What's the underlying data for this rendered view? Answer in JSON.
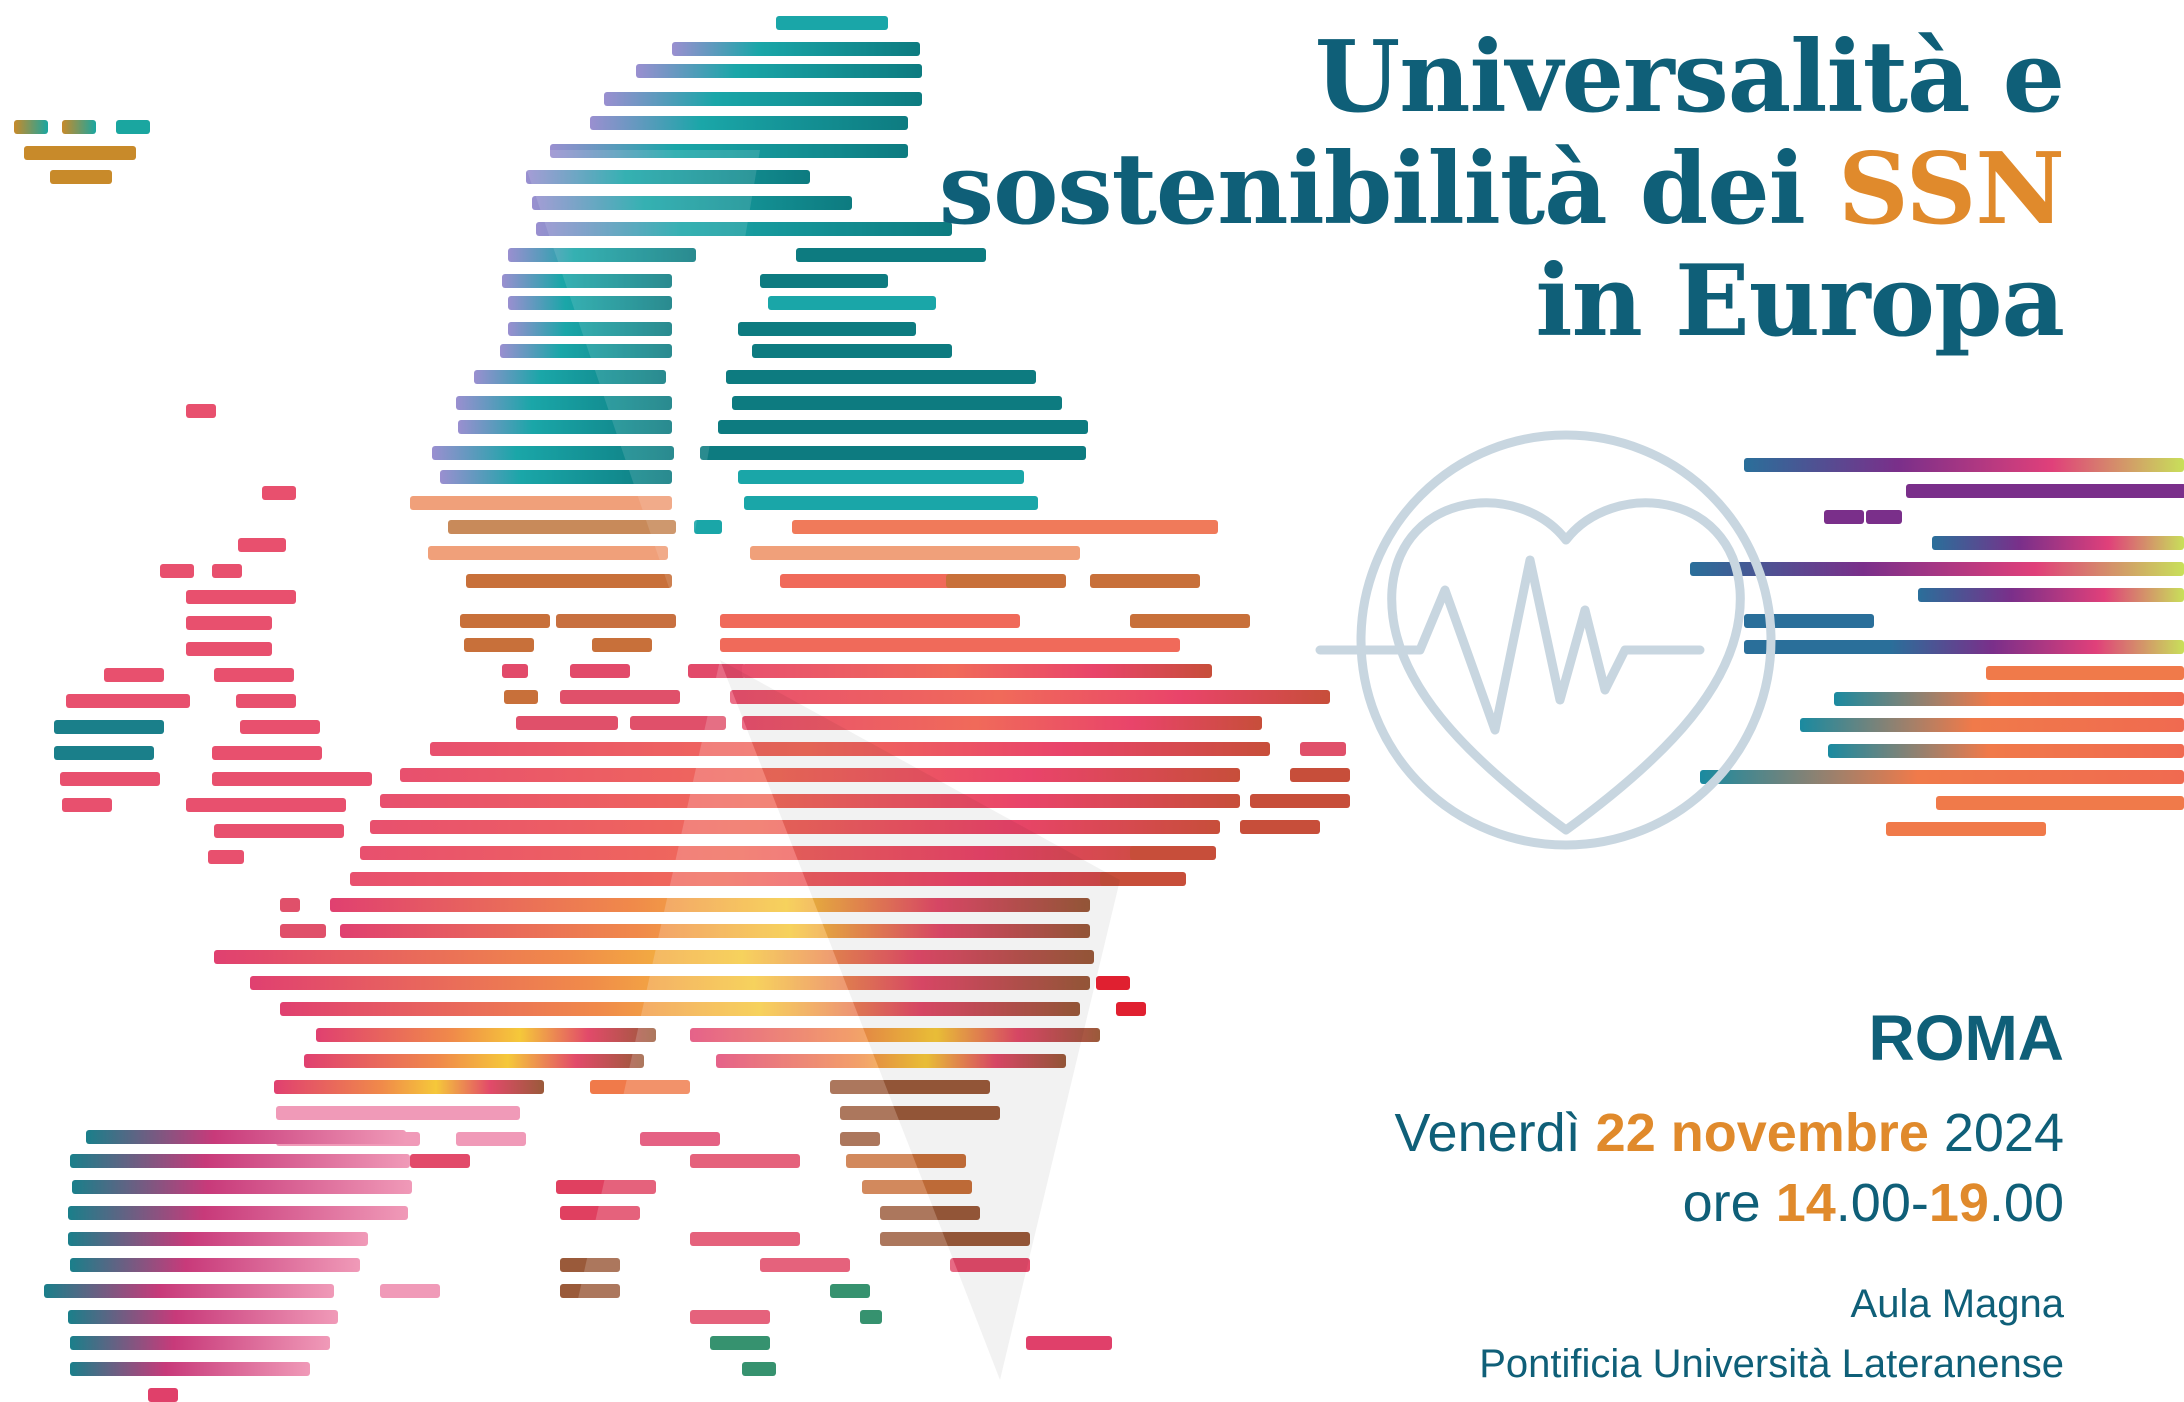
{
  "title": {
    "line1": "Universalità e",
    "line2_pre": "sostenibilità dei ",
    "line2_accent": "SSN",
    "line3": "in Europa"
  },
  "event": {
    "city": "ROMA",
    "day": "Venerdì ",
    "date_num": "22",
    "date_sep": " ",
    "month": "novembre",
    "year": " 2024",
    "time_pre": "ore ",
    "time_start_hour": "14",
    "time_start_min": ".00-",
    "time_end_hour": "19",
    "time_end_min": ".00",
    "venue_line1": "Aula Magna",
    "venue_line2": "Pontificia Università Lateranense"
  },
  "colors": {
    "title": "#0f5f78",
    "accent": "#e08a2c",
    "heart_outline": "#c8d6e0"
  },
  "graphics": {
    "map": "stylized-europe-map-striped",
    "emblem": "heart-pulse-icon"
  }
}
